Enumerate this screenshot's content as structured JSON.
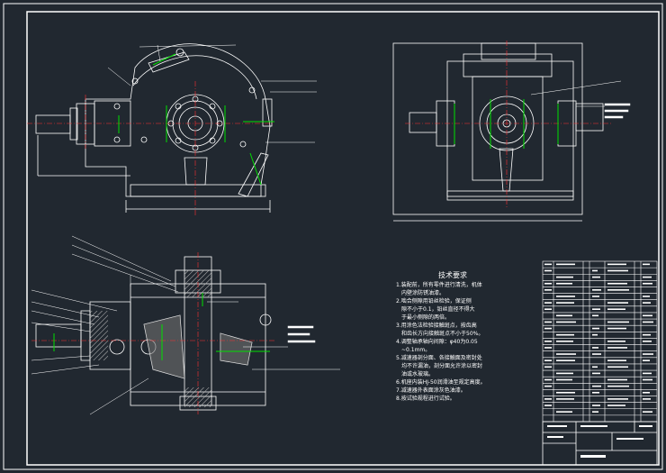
{
  "drawing": {
    "tech_requirements": {
      "title": "技术要求",
      "lines": [
        "1.装配前，所有零件进行清洗，机体",
        "内壁涂防锈油漆。",
        "2.啮合侧隙用铅丝检验，保证侧",
        "隙不小于0.1，铅丝直径不得大",
        "于最小侧隙的两倍。",
        "3.用涂色法检验接触斑点，按齿高",
        "和齿长方向接触斑点不小于50%。",
        "4.调整轴承轴向间隙：φ40为0.05",
        "~0.1mm。",
        "5.减速器剖分面、各接触面及密封处",
        "均不许漏油，剖分面允许涂以密封",
        "油或水玻璃。",
        "6.机座内装HJ-50润滑油至规定高度。",
        "7.减速器外表面涂灰色油漆。",
        "8.按试验规程进行试验。"
      ]
    },
    "colors": {
      "background": "#212830",
      "line": "#ffffff",
      "center_line": "#ff3030",
      "dimension": "#00e000",
      "gear_fill": "#707070",
      "hatch": "#bfbfbf"
    }
  }
}
